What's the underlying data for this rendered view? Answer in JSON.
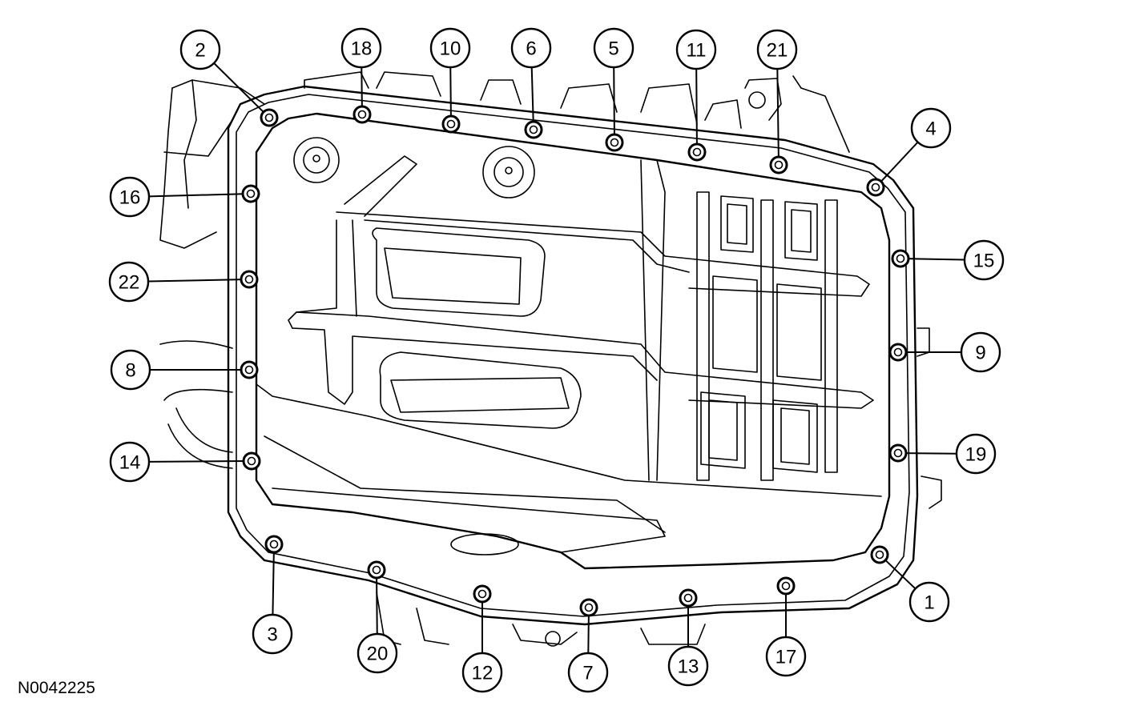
{
  "reference_code": "N0042225",
  "colors": {
    "line": "#000000",
    "background": "#ffffff"
  },
  "callouts": [
    {
      "label": "1"
    },
    {
      "label": "2"
    },
    {
      "label": "3"
    },
    {
      "label": "4"
    },
    {
      "label": "5"
    },
    {
      "label": "6"
    },
    {
      "label": "7"
    },
    {
      "label": "8"
    },
    {
      "label": "9"
    },
    {
      "label": "10"
    },
    {
      "label": "11"
    },
    {
      "label": "12"
    },
    {
      "label": "13"
    },
    {
      "label": "14"
    },
    {
      "label": "15"
    },
    {
      "label": "16"
    },
    {
      "label": "17"
    },
    {
      "label": "18"
    },
    {
      "label": "19"
    },
    {
      "label": "20"
    },
    {
      "label": "21"
    },
    {
      "label": "22"
    }
  ]
}
